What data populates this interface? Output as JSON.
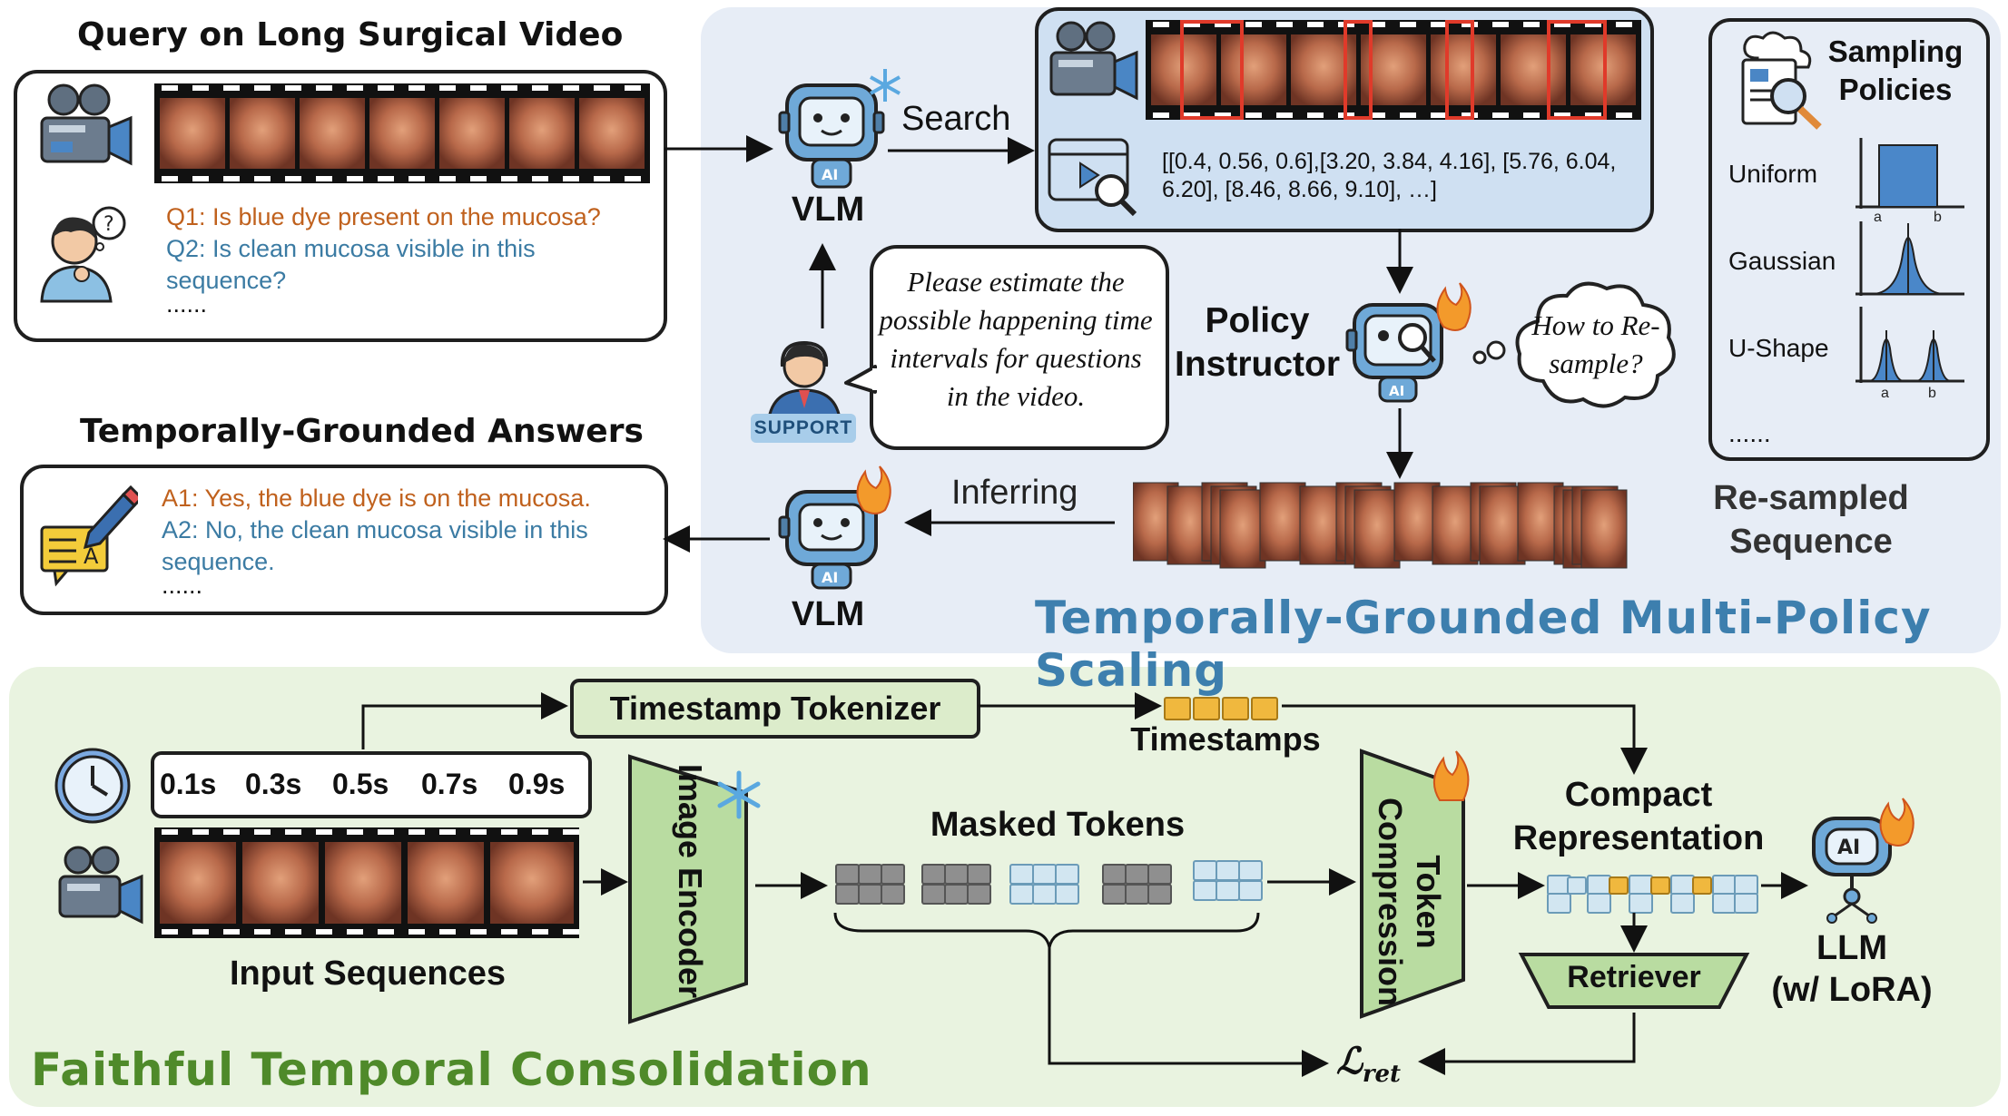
{
  "query_section": {
    "title": "Query on Long Surgical Video",
    "questions": [
      "Q1: Is blue dye present on the mucosa?",
      "Q2: Is clean mucosa visible in this sequence?",
      "......"
    ]
  },
  "answers_section": {
    "title": "Temporally-Grounded Answers",
    "answers": [
      "A1: Yes, the blue dye is on the mucosa.",
      "A2: No, the clean mucosa visible in this sequence.",
      "......"
    ]
  },
  "top_panel": {
    "title": "Temporally-Grounded Multi-Policy Scaling",
    "vlm_label": "VLM",
    "vlm2_label": "VLM",
    "search_label": "Search",
    "inferring_label": "Inferring",
    "intervals_text": "[[0.4, 0.56, 0.6],[3.20, 3.84, 4.16], [5.76, 6.04, 6.20], [8.46, 8.66, 9.10], …]",
    "support_badge": "SUPPORT",
    "prompt_bubble": "Please estimate the possible happening time intervals for questions in the video.",
    "policy_instructor_label": "Policy Instructor",
    "thought_bubble": "How to Re-sample?",
    "resampled_label": "Re-sampled Sequence",
    "robot_screen_text": "AI"
  },
  "sampling_policies": {
    "title": "Sampling Policies",
    "policies": [
      "Uniform",
      "Gaussian",
      "U-Shape"
    ],
    "ellipsis": "......",
    "axis_a": "a",
    "axis_b": "b"
  },
  "bottom_panel": {
    "title": "Faithful Temporal Consolidation",
    "timestamp_tokenizer": "Timestamp Tokenizer",
    "timestamps_label": "Timestamps",
    "times": [
      "0.1s",
      "0.3s",
      "0.5s",
      "0.7s",
      "0.9s"
    ],
    "input_sequences_label": "Input Sequences",
    "image_encoder": "Image Encoder",
    "masked_tokens": "Masked Tokens",
    "token_compression": "Token Compression",
    "compact_representation": "Compact Representation",
    "retriever": "Retriever",
    "llm_label": "LLM",
    "llm_sub": "(w/ LoRA)",
    "loss_label": "ℒ",
    "loss_sub": "ret",
    "llm_icon_text": "AI"
  },
  "colors": {
    "q1": "#c0611d",
    "q2": "#3b7ba3",
    "top_panel_bg": "#e7edf6",
    "bottom_panel_bg": "#e9f3e0",
    "title_blue": "#3d7fae",
    "title_green": "#4f8a2a",
    "sampling_fill": "#4a87c9",
    "frame_red": "#e03a2a"
  }
}
